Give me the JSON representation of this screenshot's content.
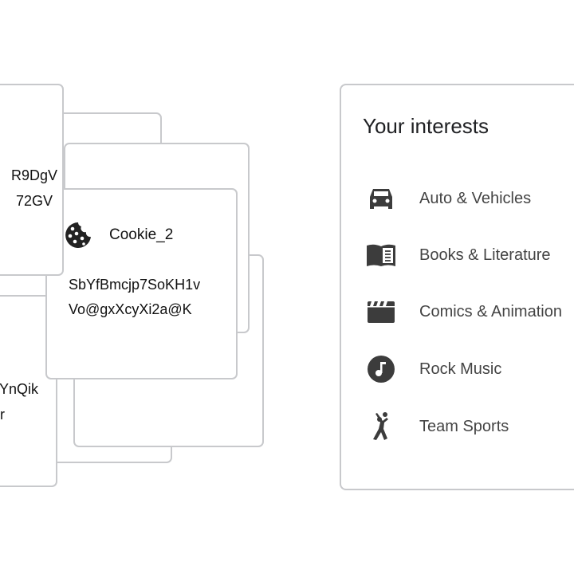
{
  "cookie_cards": {
    "card_top_left": {
      "line1": "R9DgV",
      "line2": "72GV"
    },
    "card_bottom_left": {
      "line1": "YnQik",
      "line2": "r"
    },
    "front_card": {
      "name": "Cookie_2",
      "line1": "SbYfBmcjp7SoKH1v",
      "line2": "Vo@gxXcyXi2a@K",
      "icon": "cookie-icon"
    }
  },
  "interests": {
    "title": "Your interests",
    "items": [
      {
        "label": "Auto & Vehicles",
        "icon": "car-icon"
      },
      {
        "label": "Books & Literature",
        "icon": "book-icon"
      },
      {
        "label": "Comics & Animation",
        "icon": "clapperboard-icon"
      },
      {
        "label": "Rock Music",
        "icon": "music-note-icon"
      },
      {
        "label": "Team Sports",
        "icon": "sports-player-icon"
      }
    ]
  },
  "colors": {
    "border": "#c8c9cc",
    "icon": "#3c3c3c",
    "text": "#444444"
  }
}
